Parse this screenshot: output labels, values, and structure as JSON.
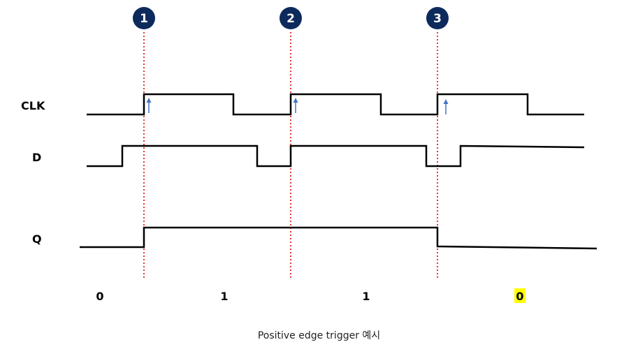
{
  "caption": "Positive edge trigger 예시",
  "markers": [
    {
      "label": "1",
      "color": "#0d2a5c"
    },
    {
      "label": "2",
      "color": "#0d2a5c"
    },
    {
      "label": "3",
      "color": "#0d2a5c"
    }
  ],
  "signals": {
    "clk": {
      "label": "CLK"
    },
    "d": {
      "label": "D"
    },
    "q": {
      "label": "Q"
    }
  },
  "q_values": [
    {
      "text": "0",
      "highlight": false
    },
    {
      "text": "1",
      "highlight": false
    },
    {
      "text": "1",
      "highlight": false
    },
    {
      "text": "0",
      "highlight": true,
      "highlight_color": "#ffff00"
    }
  ],
  "colors": {
    "trigger_line": "#e53935",
    "edge_arrow": "#4472c4",
    "waveform": "#000000"
  }
}
